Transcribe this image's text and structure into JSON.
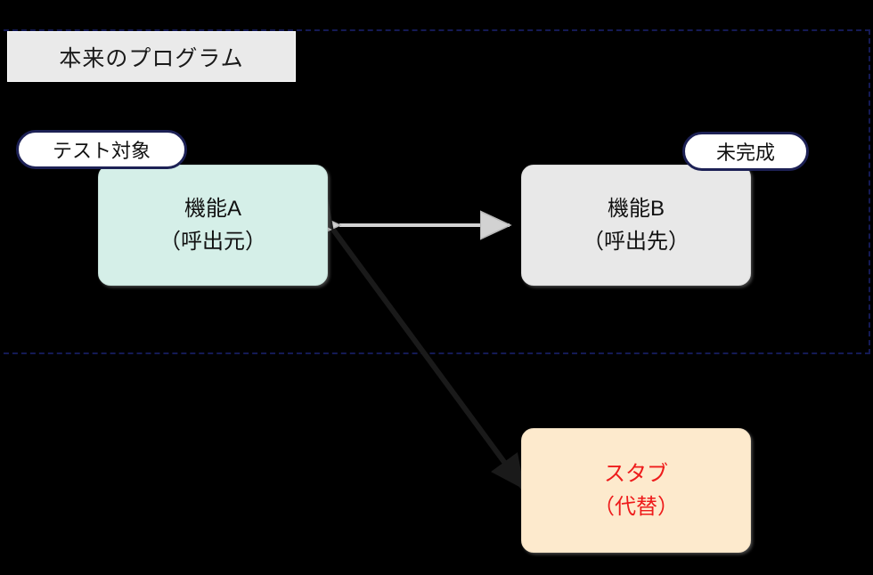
{
  "diagram": {
    "title": "stub-substitution-diagram",
    "background_color": "#000000",
    "region": {
      "label": "本来のプログラム",
      "border_color": "#141a55",
      "border_style": "dashed",
      "label_bg": "#eaeaea"
    },
    "nodes": [
      {
        "id": "node-a",
        "line1": "機能A",
        "line2": "（呼出元）",
        "fill": "#d5efe8",
        "text_color": "#111111",
        "badge": "テスト対象"
      },
      {
        "id": "node-b",
        "line1": "機能B",
        "line2": "（呼出先）",
        "fill": "#e8e8e8",
        "text_color": "#111111",
        "badge": "未完成"
      },
      {
        "id": "node-stub",
        "line1": "スタブ",
        "line2": "（代替）",
        "fill": "#fdeacd",
        "text_color": "#ee1c1c",
        "badge": ""
      }
    ],
    "badges": [
      {
        "id": "pill-test-target",
        "label": "テスト対象",
        "border_color": "#1d2155",
        "fill": "#ffffff"
      },
      {
        "id": "pill-incomplete",
        "label": "未完成",
        "border_color": "#1d2155",
        "fill": "#ffffff"
      }
    ],
    "connectors": [
      {
        "id": "connector-a-b",
        "from": "node-a",
        "to": "node-b",
        "color": "#d2d2d2",
        "style": "double-headed",
        "label": ""
      },
      {
        "id": "connector-a-stub",
        "from": "node-a",
        "to": "node-stub",
        "color": "#1a1a1a",
        "style": "double-headed",
        "label": ""
      }
    ]
  }
}
